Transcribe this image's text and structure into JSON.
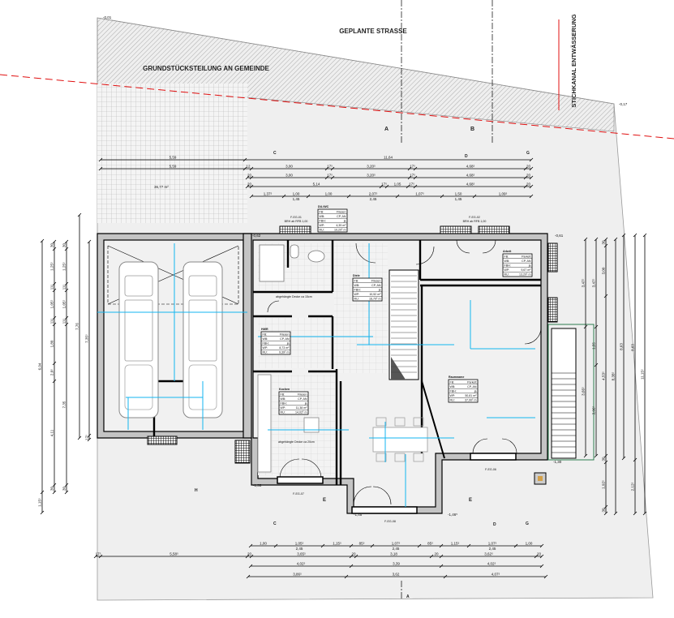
{
  "labels": {
    "street": "GEPLANTE STRASSE",
    "plot_strip": "GRUNDSTÜCKSTEILUNG AN GEMEINDE",
    "drain": "STICHKANAL ENTWÄSSERUNG",
    "terrace_area": "36,77 m²",
    "note_bath_ceiling": "abgehängte Decke ca 15cm",
    "note_kitchen_ceiling": "abgehängte Decke ca 20cm"
  },
  "levels": {
    "top_left": "-0,01",
    "top_right": "-0,17",
    "garage": "-0,62",
    "right": "-0,61",
    "stair_bottom": "-1,30",
    "bottom_left": "-1,35",
    "bump_left": "-1,45",
    "bump_right": "-1,46⁵"
  },
  "sections": {
    "a": "A",
    "b": "B",
    "c": "C",
    "d": "D",
    "g": "G",
    "e": "E",
    "h": "H"
  },
  "windows": {
    "w01": "F-EG-01",
    "w02": "F-EG-02",
    "w06": "F-EG-06",
    "w07": "F-EG-07",
    "w08": "F-EG-08",
    "sill": "BRH ab RFB 1,00"
  },
  "tag_keys": [
    "FB:",
    "WB:",
    "FBH:",
    "WP:",
    "RU:"
  ],
  "rooms": [
    {
      "name": "DU./WC",
      "values": [
        "Fliesen",
        "CP, AN",
        "ja",
        "4,39 m²",
        "10,20⁵ m"
      ]
    },
    {
      "name": "Diele",
      "values": [
        "Fliesen",
        "CP, AN",
        "ja",
        "10,52 m²",
        "16,79⁵ m"
      ]
    },
    {
      "name": "HWR",
      "values": [
        "Fliesen",
        "CP, AN",
        "ja",
        "8,73 m²",
        "9,39⁵ m"
      ]
    },
    {
      "name": "Kochen",
      "values": [
        "Fliesen",
        "CP, AN",
        "ja",
        "11,38 m²",
        "14,02⁵ m"
      ]
    },
    {
      "name": "Arbeit",
      "values": [
        "Parkett",
        "CP, AN",
        "ja",
        "9,67 m²",
        "13,20⁵ m"
      ]
    },
    {
      "name": "Raumname",
      "values": [
        "Parkett",
        "CP, AN",
        "ja",
        "50,81 m²",
        "37,90⁵ m"
      ]
    }
  ],
  "dimensions": {
    "top": [
      {
        "labels": [
          "5,59",
          "12",
          "3,00",
          "17⁵",
          "3,20⁵",
          "17⁵",
          "4,68⁵",
          "20"
        ],
        "sub": []
      },
      {
        "labels": [
          "5,59",
          "11,64"
        ],
        "sub": []
      },
      {
        "labels": [
          "20",
          "3,00",
          "17⁵",
          "3,20⁵",
          "17⁵",
          "4,68⁵",
          "20"
        ],
        "sub": []
      },
      {
        "labels": [
          "20",
          "5,14",
          "17⁵",
          "1,05",
          "17⁵",
          "4,68⁵",
          "20"
        ],
        "sub": []
      },
      {
        "labels": [
          "1,37⁵",
          "1,00",
          "1,00",
          "2,07⁵",
          "1,07⁵",
          "1,50",
          "1,09⁵"
        ],
        "sub": [
          "",
          "1,45",
          "",
          "2,45",
          "",
          "1,45",
          ""
        ]
      }
    ],
    "bottom": [
      {
        "labels": [
          "1,00",
          "1,05⁵",
          "1,15⁵",
          "85⁵",
          "1,07⁵",
          "85⁵",
          "1,15⁵",
          "1,07⁵",
          "1,00"
        ],
        "sub": [
          "",
          "2,45",
          "",
          "",
          "2,45",
          "",
          "",
          "2,45",
          ""
        ]
      },
      {
        "labels": [
          "17⁵",
          "5,58⁵",
          "20",
          "3,65⁵",
          "20",
          "3,18",
          "20",
          "3,62⁵",
          "20"
        ],
        "sub": []
      },
      {
        "labels": [
          "4,02⁵",
          "3,39",
          "4,02⁵"
        ],
        "sub": []
      },
      {
        "labels": [
          "3,86⁵",
          "3,62",
          "4,07⁵"
        ],
        "sub": []
      }
    ],
    "left": [
      {
        "labels": [
          "6,94",
          "1,15⁵"
        ]
      },
      {
        "labels": [
          "30",
          "1,25⁵",
          "11⁵",
          "1,05⁵",
          "11⁵",
          "1,80",
          "2,0⁵",
          "4,11",
          "30"
        ]
      },
      {
        "labels": [
          "30",
          "1,25⁵",
          "11⁵",
          "1,05⁵",
          "11⁵",
          "7,35",
          "30"
        ]
      },
      {
        "labels": [
          "7,76"
        ]
      },
      {
        "labels": [
          "7,35⁵",
          "17⁵"
        ]
      }
    ],
    "right": [
      {
        "labels": [
          "3,47⁵",
          "3,66⁵"
        ]
      },
      {
        "labels": [
          "3,47⁵",
          "1,55",
          "3,06⁵"
        ]
      },
      {
        "labels": [
          "30",
          "3,00",
          "4,53⁵",
          "30",
          "1,92⁵",
          "30"
        ]
      },
      {
        "labels": [
          "8,38⁵"
        ]
      },
      {
        "labels": [
          "8,63"
        ]
      },
      {
        "labels": [
          "8,63",
          "2,12⁵"
        ]
      },
      {
        "labels": [
          "11,15⁵"
        ]
      }
    ]
  },
  "colors": {
    "property_line": "#e01010",
    "measure": "#13b6f0",
    "wall_fill": "#c4c4c4",
    "ground": "#efefef",
    "stair_outline": "#2e7d4f"
  }
}
